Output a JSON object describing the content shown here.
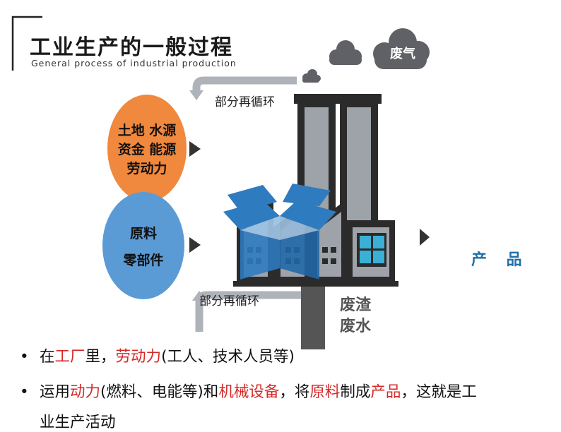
{
  "title": {
    "zh": "工业生产的一般过程",
    "en": "General process of industrial production"
  },
  "inputs": {
    "top_circle": [
      "土地 水源",
      "资金 能源",
      "劳动力"
    ],
    "bottom_circle": [
      "原料",
      "零部件"
    ]
  },
  "recycle_top": "部分再循环",
  "recycle_bottom": "部分再循环",
  "waste_gas": "废气",
  "waste": [
    "废渣",
    "废水"
  ],
  "product": "产 品",
  "bullets": [
    {
      "segments": [
        {
          "text": "在",
          "red": false
        },
        {
          "text": "工厂",
          "red": true
        },
        {
          "text": "里，",
          "red": false
        },
        {
          "text": "劳动力",
          "red": true
        },
        {
          "text": "(工人、技术人员等)",
          "red": false
        }
      ]
    },
    {
      "segments": [
        {
          "text": "运用",
          "red": false
        },
        {
          "text": "动力",
          "red": true
        },
        {
          "text": "(燃料、电能等)和",
          "red": false
        },
        {
          "text": "机械设备",
          "red": true
        },
        {
          "text": "，将",
          "red": false
        },
        {
          "text": "原料",
          "red": true
        },
        {
          "text": "制成",
          "red": false
        },
        {
          "text": "产品",
          "red": true
        },
        {
          "text": "，这就是工",
          "red": false
        }
      ]
    },
    {
      "segments": [
        {
          "text": "业生产活动",
          "red": false
        }
      ]
    }
  ],
  "colors": {
    "orange": "#f0883e",
    "blue": "#5b9bd5",
    "factory_dark": "#2b2b2b",
    "factory_gray": "#9ea3aa",
    "box_blue": "#2e7bc0",
    "window_cyan": "#3ab0d6",
    "product_text": "#1f6fa8",
    "highlight_red": "#d62828"
  }
}
